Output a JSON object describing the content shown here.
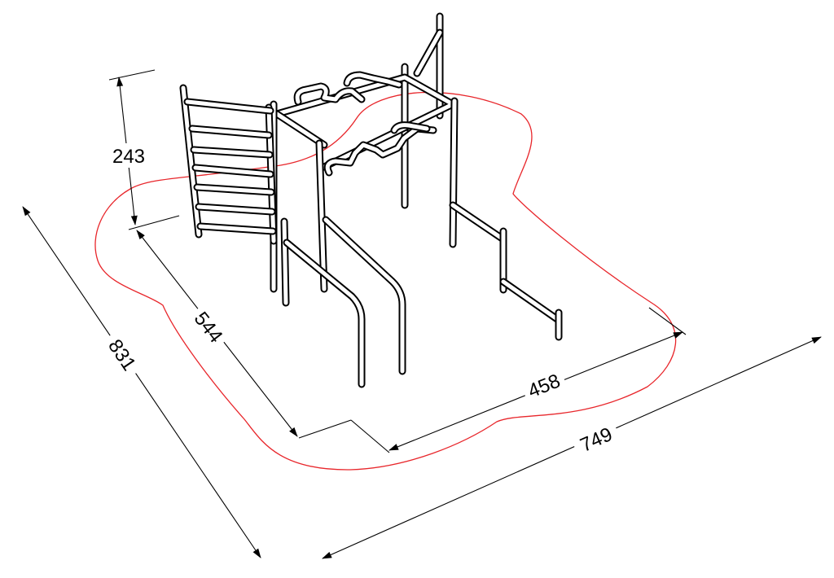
{
  "drawing": {
    "outline_color": "#e8262b",
    "line_color": "#000000",
    "dimensions": {
      "height": "243",
      "depth": "544",
      "width": "458",
      "overall_width": "749",
      "overall_length": "831"
    }
  }
}
